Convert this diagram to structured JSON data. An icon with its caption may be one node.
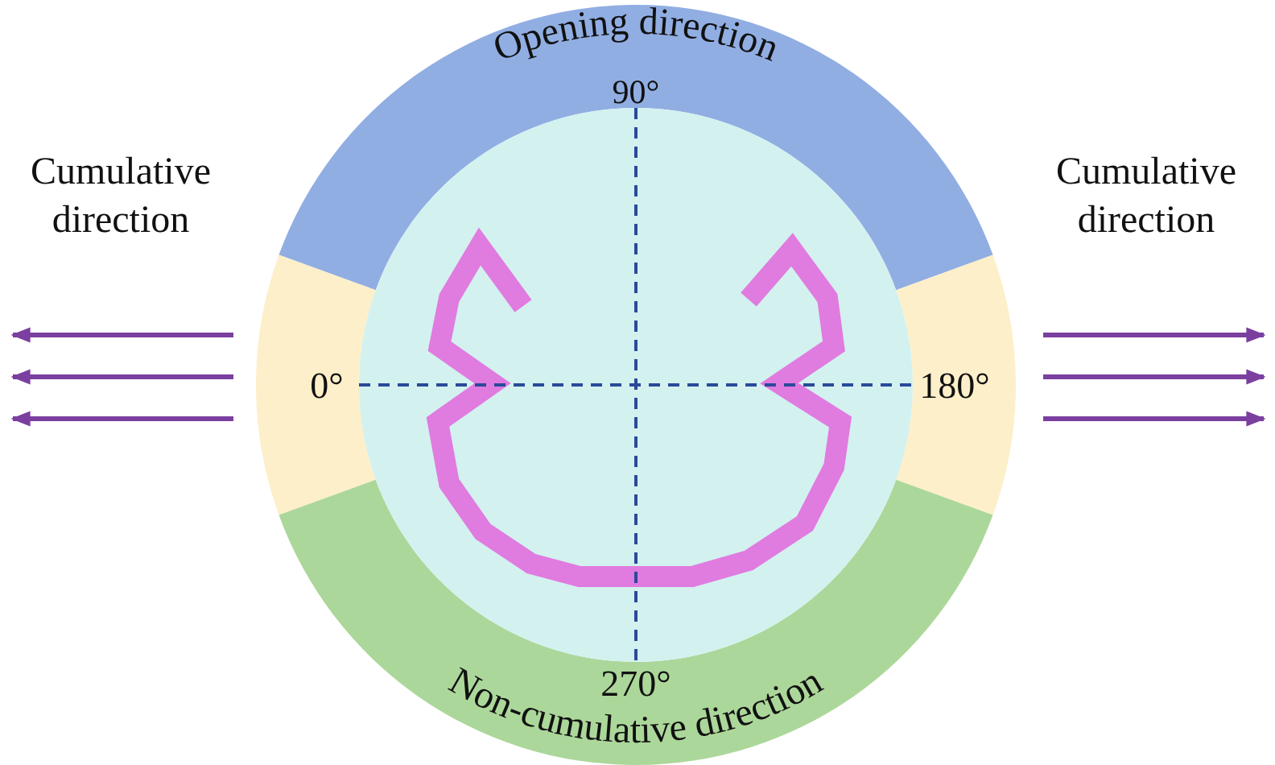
{
  "diagram": {
    "nodes": [
      {
        "text": [
          "Opening direction",
          "90°"
        ]
      },
      {
        "text": [
          "0°"
        ]
      },
      {
        "text": [
          "180°"
        ]
      },
      {
        "text": [
          "Non-cumulative direction",
          "270°"
        ]
      }
    ],
    "labels": [
      "Cumulative direction",
      "Cumulative direction"
    ]
  }
}
